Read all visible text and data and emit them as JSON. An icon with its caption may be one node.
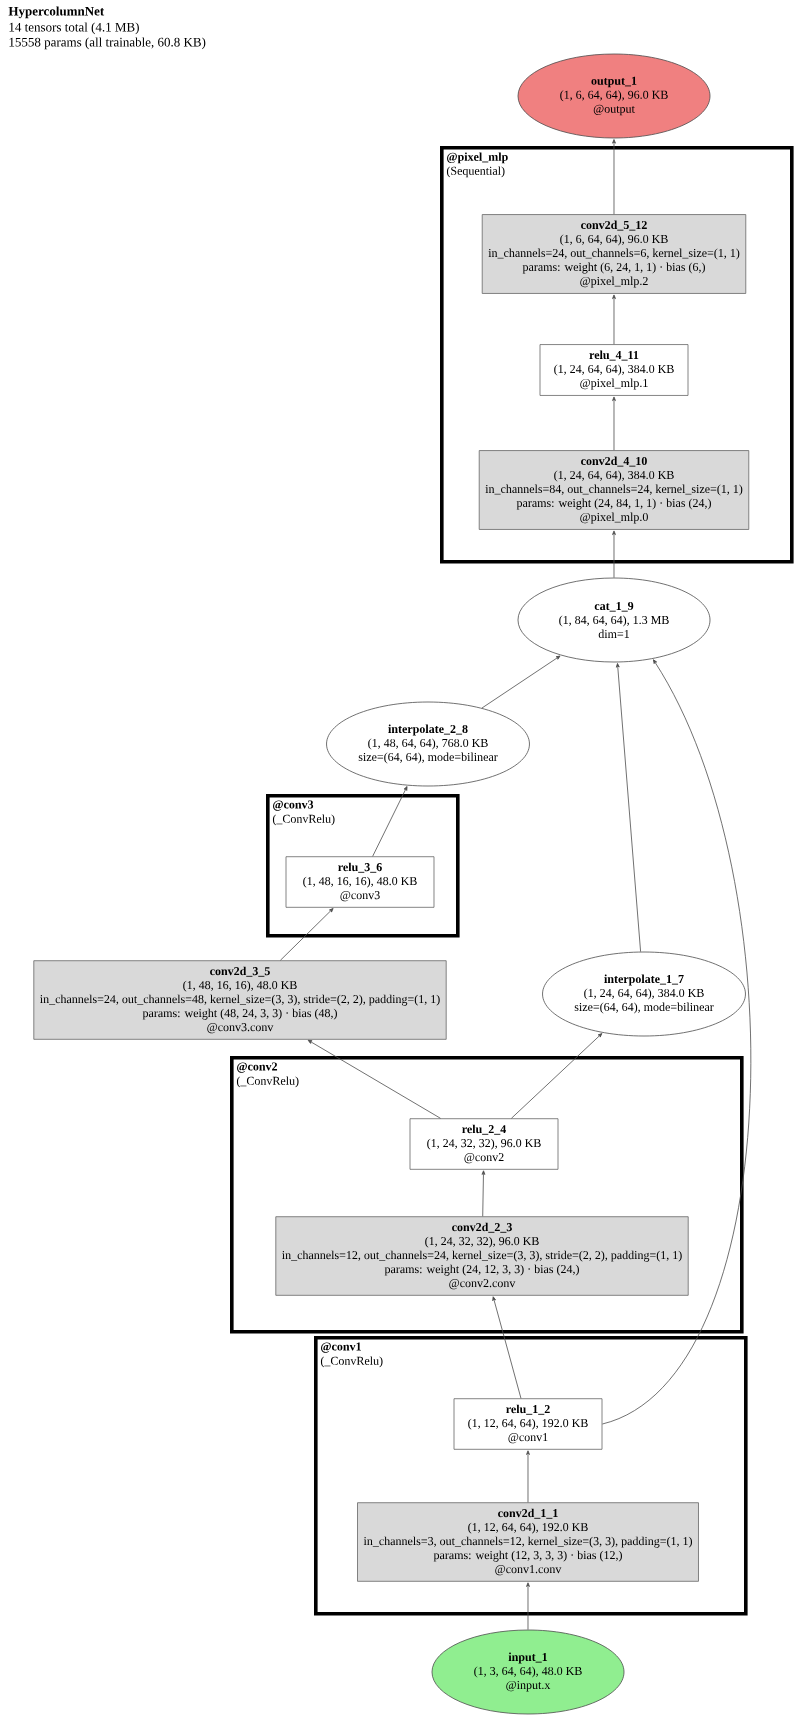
{
  "diagram": {
    "title": "HypercolumnNet",
    "labels": [
      "14 tensors total (4.1 MB)",
      "15558 params (all trainable, 60.8 KB)"
    ],
    "nodes": [
      {
        "text": [
          "output_1",
          "(1, 6, 64, 64), 96.0 KB",
          "@output"
        ]
      },
      {
        "text": [
          "@pixel_mlp",
          "(Sequential)"
        ]
      },
      {
        "text": [
          "conv2d_5_12",
          "(1, 6, 64, 64), 96.0 KB",
          "in_channels=24, out_channels=6, kernel_size=(1, 1)",
          "params: weight (6, 24, 1, 1) · bias (6,)",
          "@pixel_mlp.2"
        ],
        "in": 1
      },
      {
        "text": [
          "relu_4_11",
          "(1, 24, 64, 64), 384.0 KB",
          "@pixel_mlp.1"
        ],
        "in": 1
      },
      {
        "text": [
          "conv2d_4_10",
          "(1, 24, 64, 64), 384.0 KB",
          "in_channels=84, out_channels=24, kernel_size=(1, 1)",
          "params: weight (24, 84, 1, 1) · bias (24,)",
          "@pixel_mlp.0"
        ],
        "in": 1
      },
      {
        "text": [
          "cat_1_9",
          "(1, 84, 64, 64), 1.3 MB",
          "dim=1"
        ]
      },
      {
        "text": [
          "interpolate_2_8",
          "(1, 48, 64, 64), 768.0 KB",
          "size=(64, 64), mode=bilinear"
        ]
      },
      {
        "text": [
          "@conv3",
          "(_ConvRelu)"
        ]
      },
      {
        "text": [
          "relu_3_6",
          "(1, 48, 16, 16), 48.0 KB",
          "@conv3"
        ],
        "in": 7
      },
      {
        "text": [
          "conv2d_3_5",
          "(1, 48, 16, 16), 48.0 KB",
          "in_channels=24, out_channels=48, kernel_size=(3, 3), stride=(2, 2), padding=(1, 1)",
          "params: weight (48, 24, 3, 3) · bias (48,)",
          "@conv3.conv"
        ]
      },
      {
        "text": [
          "interpolate_1_7",
          "(1, 24, 64, 64), 384.0 KB",
          "size=(64, 64), mode=bilinear"
        ]
      },
      {
        "text": [
          "@conv2",
          "(_ConvRelu)"
        ]
      },
      {
        "text": [
          "relu_2_4",
          "(1, 24, 32, 32), 96.0 KB",
          "@conv2"
        ],
        "in": 11
      },
      {
        "text": [
          "conv2d_2_3",
          "(1, 24, 32, 32), 96.0 KB",
          "in_channels=12, out_channels=24, kernel_size=(3, 3), stride=(2, 2), padding=(1, 1)",
          "params: weight (24, 12, 3, 3) · bias (24,)",
          "@conv2.conv"
        ],
        "in": 11
      },
      {
        "text": [
          "@conv1",
          "(_ConvRelu)"
        ]
      },
      {
        "text": [
          "relu_1_2",
          "(1, 12, 64, 64), 192.0 KB",
          "@conv1"
        ],
        "in": 14
      },
      {
        "text": [
          "conv2d_1_1",
          "(1, 12, 64, 64), 192.0 KB",
          "in_channels=3, out_channels=12, kernel_size=(3, 3), padding=(1, 1)",
          "params: weight (12, 3, 3, 3) · bias (12,)",
          "@conv1.conv"
        ],
        "in": 14
      },
      {
        "text": [
          "input_1",
          "(1, 3, 64, 64), 48.0 KB",
          "@input.x"
        ]
      }
    ],
    "edges": [
      {
        "from": 17,
        "to": 16,
        "arrow": "to"
      },
      {
        "from": 16,
        "to": 15,
        "arrow": "to"
      },
      {
        "from": 15,
        "to": 13,
        "arrow": "to"
      },
      {
        "from": 13,
        "to": 12,
        "arrow": "to"
      },
      {
        "from": 12,
        "to": 9,
        "arrow": "to"
      },
      {
        "from": 9,
        "to": 8,
        "arrow": "to"
      },
      {
        "from": 8,
        "to": 6,
        "arrow": "to"
      },
      {
        "from": 12,
        "to": 10,
        "arrow": "to"
      },
      {
        "from": 6,
        "to": 5,
        "arrow": "to"
      },
      {
        "from": 10,
        "to": 5,
        "arrow": "to"
      },
      {
        "from": 15,
        "to": 5,
        "arrow": "to"
      },
      {
        "from": 5,
        "to": 4,
        "arrow": "to"
      },
      {
        "from": 4,
        "to": 3,
        "arrow": "to"
      },
      {
        "from": 3,
        "to": 2,
        "arrow": "to"
      },
      {
        "from": 2,
        "to": 0,
        "arrow": "to"
      }
    ]
  }
}
